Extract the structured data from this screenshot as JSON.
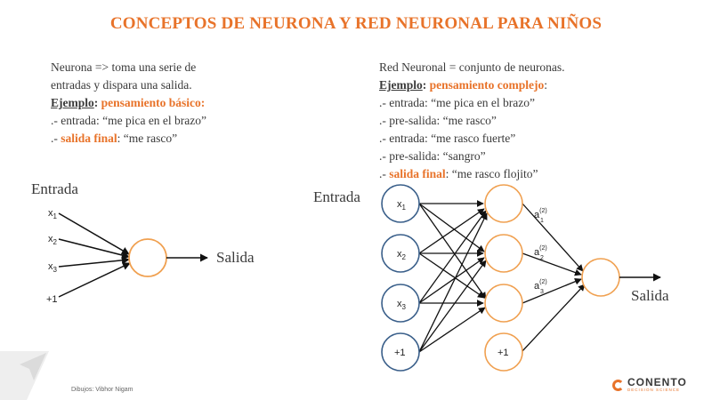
{
  "title": "CONCEPTOS DE NEURONA Y RED NEURONAL PARA NIÑOS",
  "left": {
    "line1": "Neurona => toma una serie de",
    "line2": "entradas y dispara una salida.",
    "example_label": "Ejemplo",
    "example_colon": ": ",
    "example_kind": "pensamiento básico:",
    "items": [
      {
        "prefix": ".- entrada: “me pica en el brazo”",
        "highlight": "",
        "suffix": ""
      },
      {
        "prefix": ".- ",
        "highlight": "salida final",
        "suffix": ": “me rasco”"
      }
    ]
  },
  "right": {
    "line1": "Red Neuronal = conjunto de neuronas.",
    "example_label": "Ejemplo",
    "example_colon": ": ",
    "example_kind": "pensamiento complejo",
    "example_end": ":",
    "items": [
      {
        "prefix": ".- entrada: “me pica en el brazo”",
        "highlight": "",
        "suffix": ""
      },
      {
        "prefix": ".- pre-salida: “me rasco”",
        "highlight": "",
        "suffix": ""
      },
      {
        "prefix": ".- entrada: “me rasco fuerte”",
        "highlight": "",
        "suffix": ""
      },
      {
        "prefix": ".- pre-salida: “sangro”",
        "highlight": "",
        "suffix": ""
      },
      {
        "prefix": ".- ",
        "highlight": "salida final",
        "suffix": ": “me rasco flojito”"
      }
    ]
  },
  "neuron": {
    "input_title": "Entrada",
    "output_title": "Salida",
    "inputs": [
      {
        "base": "x",
        "sub": "1"
      },
      {
        "base": "x",
        "sub": "2"
      },
      {
        "base": "x",
        "sub": "3"
      },
      {
        "base": "+1",
        "sub": ""
      }
    ]
  },
  "network": {
    "input_title": "Entrada",
    "output_title": "Salida",
    "inputs": [
      {
        "base": "x",
        "sub": "1"
      },
      {
        "base": "x",
        "sub": "2"
      },
      {
        "base": "x",
        "sub": "3"
      },
      {
        "base": "+1",
        "sub": ""
      }
    ],
    "hidden_bias": "+1",
    "activations": [
      {
        "base": "a",
        "sup": "(2)",
        "sub": "1"
      },
      {
        "base": "a",
        "sup": "(2)",
        "sub": "2"
      },
      {
        "base": "a",
        "sup": "(2)",
        "sub": "3"
      }
    ]
  },
  "colors": {
    "accent": "#e8732a",
    "node_blue": "#3a5f8a",
    "node_orange": "#f0a050",
    "text": "#3a3a3a"
  },
  "credit": "Dibujos: Vibhor Nigam",
  "logo": {
    "word": "CONENTO",
    "tagline": "DECISION SCIENCE"
  }
}
